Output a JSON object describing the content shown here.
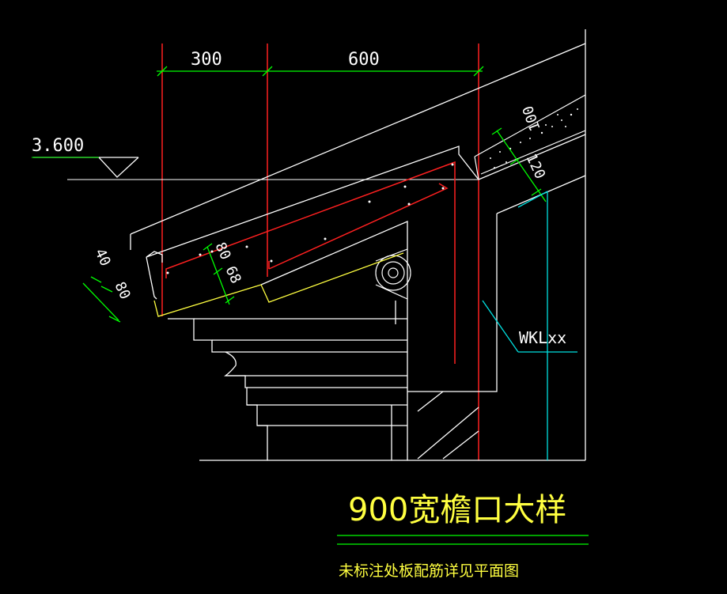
{
  "drawing": {
    "dimensions": {
      "top_left": "300",
      "top_right": "600",
      "slab_thickness": "100",
      "beam_depth": "120",
      "edge_40": "40",
      "edge_80a": "80",
      "mid_80": "80",
      "mid_68": "68"
    },
    "elevation": "3.600",
    "beam_tag": "WKLxx",
    "title": "900宽檐口大样",
    "note": "未标注处板配筋详见平面图"
  },
  "colors": {
    "background": "#000000",
    "outline": "#ffffff",
    "dimension": "#00ff00",
    "axis": "#ff2020",
    "rebar": "#ff2020",
    "yellow": "#ffff40",
    "cyan": "#00e0e0"
  }
}
